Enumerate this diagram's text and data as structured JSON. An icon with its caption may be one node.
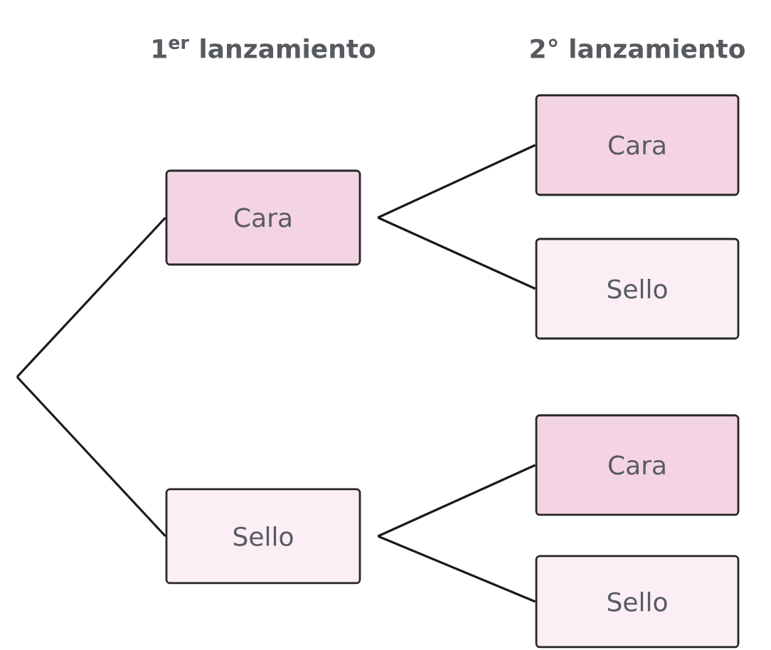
{
  "diagram": {
    "nodes": [
      {
        "text": [
          "Cara"
        ]
      },
      {
        "text": [
          "Sello"
        ]
      },
      {
        "text": [
          "Cara"
        ]
      },
      {
        "text": [
          "Sello"
        ]
      },
      {
        "text": [
          "Cara"
        ]
      },
      {
        "text": [
          "Sello"
        ]
      }
    ],
    "edges": [
      {
        "from": null,
        "to": 0,
        "arrow": "none"
      },
      {
        "from": null,
        "to": 1,
        "arrow": "none"
      },
      {
        "from": 0,
        "to": 2,
        "arrow": "none"
      },
      {
        "from": 0,
        "to": 3,
        "arrow": "none"
      },
      {
        "from": 1,
        "to": 4,
        "arrow": "none"
      },
      {
        "from": 1,
        "to": 5,
        "arrow": "none"
      }
    ],
    "labels": [
      "1$^{er}$ lanzamiento",
      "2° lanzamiento"
    ]
  }
}
